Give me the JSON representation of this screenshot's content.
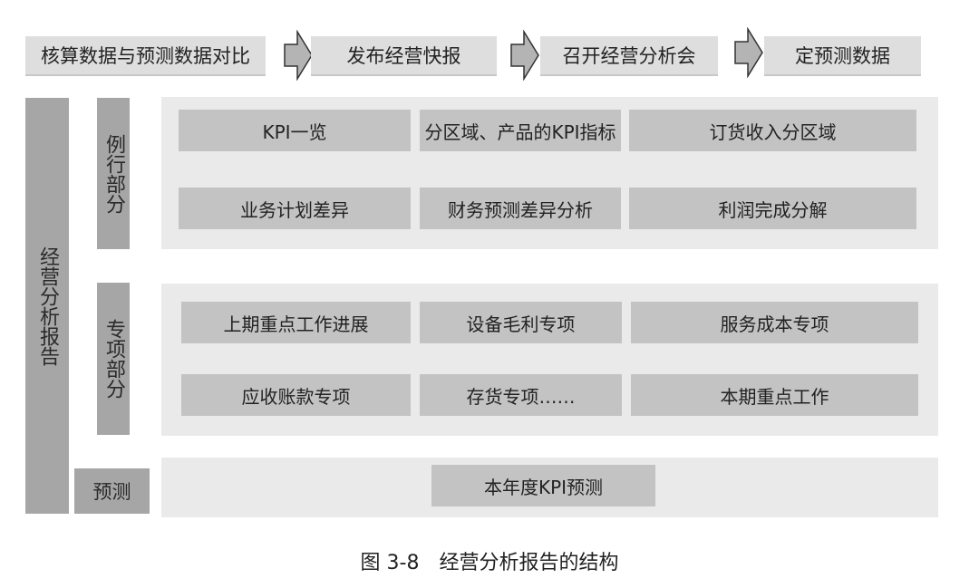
{
  "flow": {
    "steps": [
      {
        "label": "核算数据与预测数据对比"
      },
      {
        "label": "发布经营快报"
      },
      {
        "label": "召开经营分析会"
      },
      {
        "label": "定预测数据"
      }
    ],
    "arrow_icon": "right-block-arrow"
  },
  "report": {
    "title": "经营分析报告",
    "routine": {
      "label": "例行部分",
      "items": [
        "KPI一览",
        "分区域、产品的KPI指标",
        "订货收入分区域",
        "业务计划差异",
        "财务预测差异分析",
        "利润完成分解"
      ]
    },
    "special": {
      "label": "专项部分",
      "items": [
        "上期重点工作进展",
        "设备毛利专项",
        "服务成本专项",
        "应收账款专项",
        "存货专项……",
        "本期重点工作"
      ]
    },
    "forecast": {
      "label": "预测",
      "items": [
        "本年度KPI预测"
      ]
    }
  },
  "caption": {
    "figure_no": "图 3-8",
    "title": "经营分析报告的结构"
  },
  "colors": {
    "flow_box": "#dedede",
    "bar": "#a6a6a6",
    "panel": "#eaeaea",
    "cell": "#c3c3c3",
    "arrow_fill": "#b4b4b4",
    "arrow_stroke": "#333333"
  }
}
